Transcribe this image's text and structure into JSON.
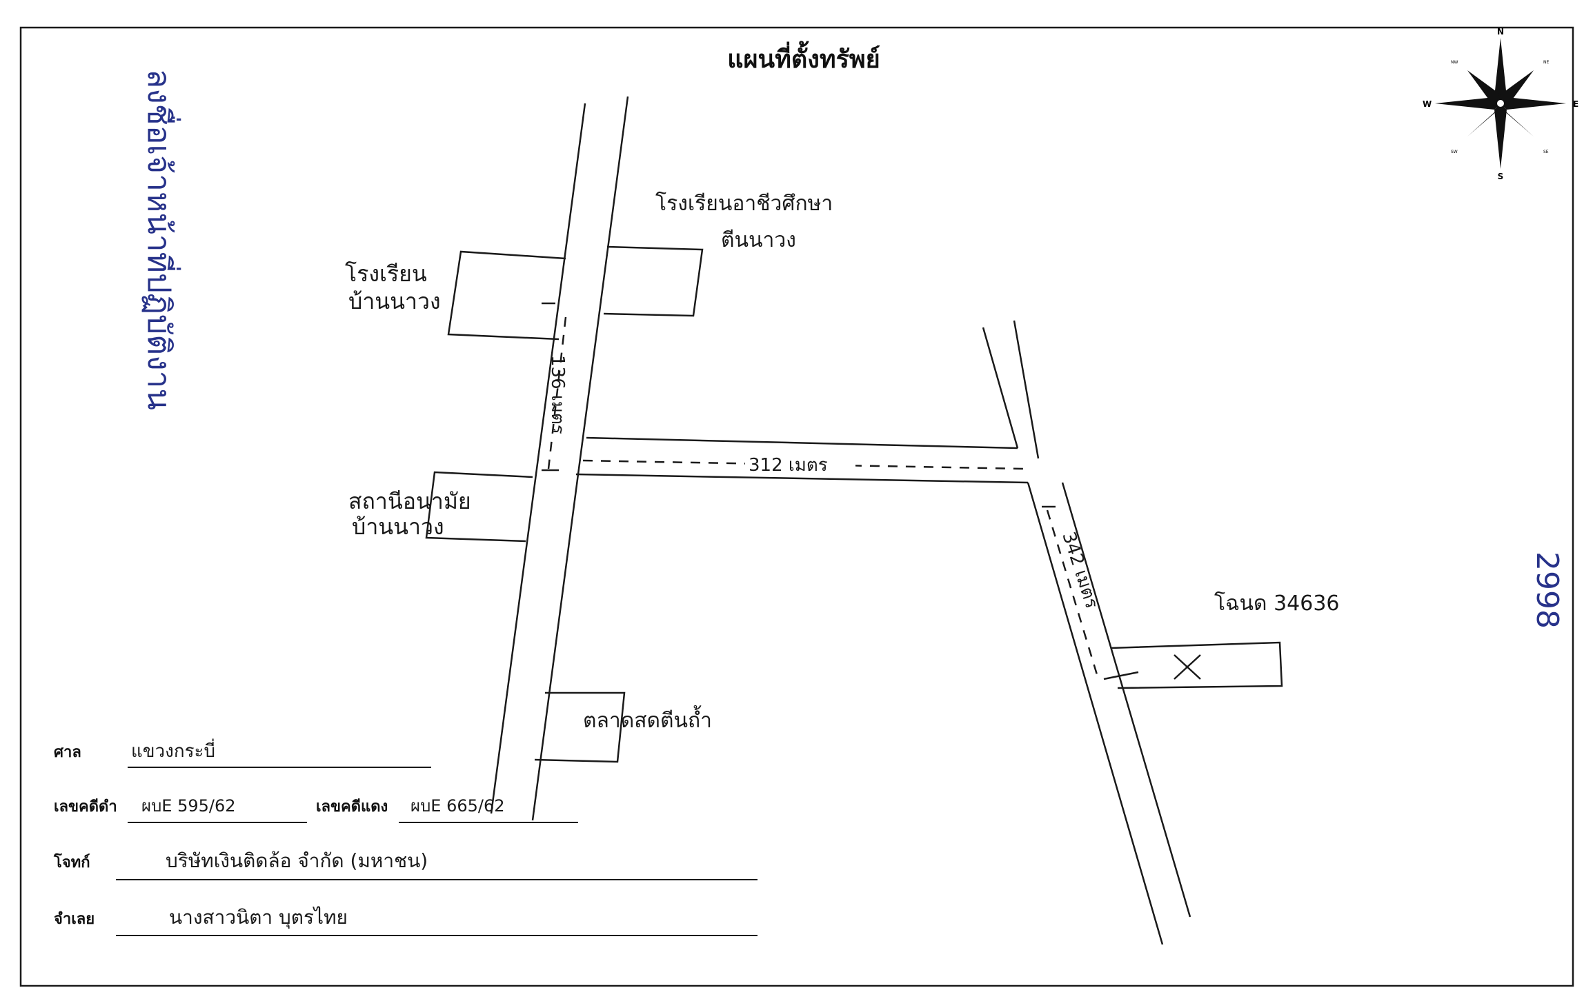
{
  "map": {
    "title": "แผนที่ตั้งทรัพย์",
    "side_note_left": "ลงชื่อเจ้าหน้าที่ปฏิบัติงาน",
    "side_note_right": "2998",
    "compass": {
      "north": "N",
      "south": "S",
      "east": "E",
      "west": "W",
      "nw": "NW",
      "ne": "NE",
      "sw": "SW",
      "se": "SE"
    },
    "places": {
      "school": [
        "โรงเรียน",
        "บ้านนาวง"
      ],
      "college": [
        "โรงเรียนอาชีวศึกษา",
        "ตีนนาวง"
      ],
      "health_station": [
        "สถานีอนามัย",
        "บ้านนาวง"
      ],
      "market": "ตลาดสดตีนถ้ำ",
      "parcel": "โฉนด 34636"
    },
    "distances": {
      "d1": "136 เมตร",
      "d2": "312 เมตร",
      "d3": "342 เมตร"
    }
  },
  "form": {
    "court_label": "ศาล",
    "court_value": "แขวงกระบี่",
    "black_case_label": "เลขคดีดำ",
    "black_case_value": "ผบE 595/62",
    "red_case_label": "เลขคดีแดง",
    "red_case_value": "ผบE 665/62",
    "plaintiff_label": "โจทก์",
    "plaintiff_value": "บริษัทเงินติดล้อ จำกัด (มหาชน)",
    "defendant_label": "จำเลย",
    "defendant_value": "นางสาวนิตา บุตรไทย"
  },
  "colors": {
    "ink": "#1a1a1a",
    "blue_ink": "#27328a"
  }
}
